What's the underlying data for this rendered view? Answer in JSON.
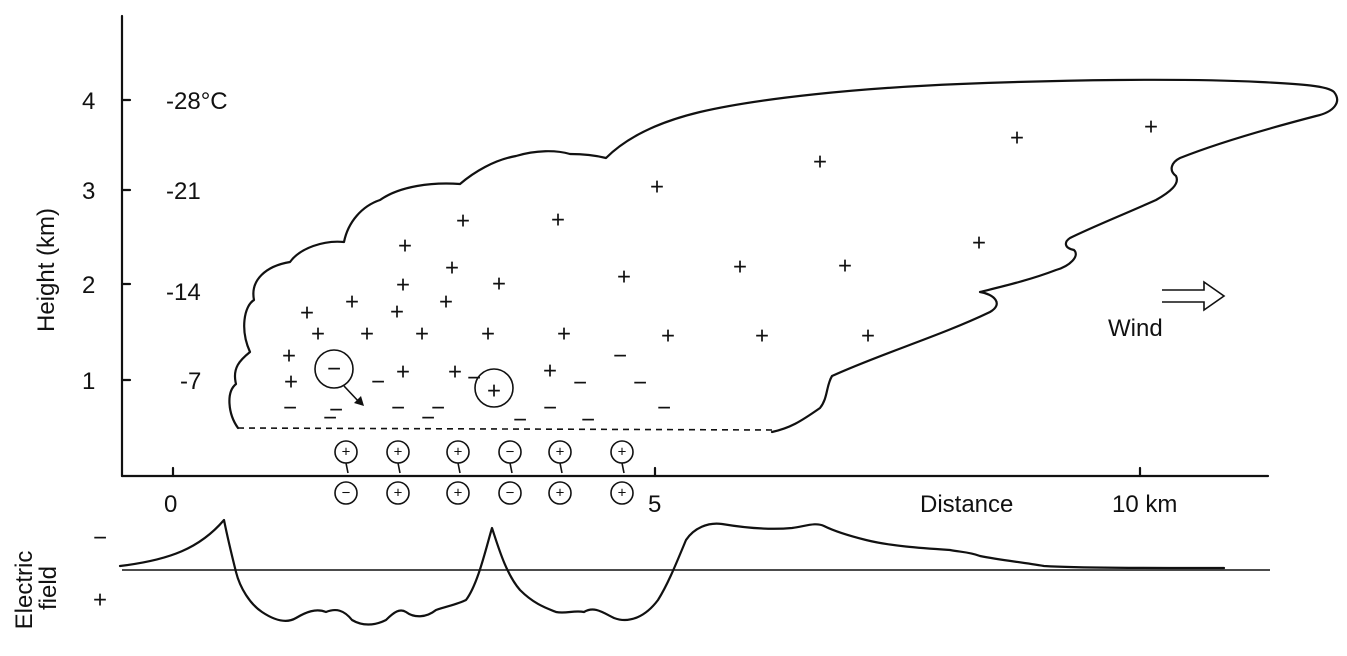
{
  "axes": {
    "y_title": "Height (km)",
    "y_ticks": [
      "1",
      "2",
      "3",
      "4"
    ],
    "x_ticks": [
      "0",
      "5"
    ],
    "x_title": "Distance",
    "x_end_label": "10 km"
  },
  "temperatures": [
    "-7",
    "-14",
    "-21",
    "-28°C"
  ],
  "wind_label": "Wind",
  "field": {
    "title_line1": "Electric",
    "title_line2": "field",
    "negative_sign": "−",
    "positive_sign": "+"
  },
  "charges": {
    "positive": "+",
    "negative": "−"
  },
  "colors": {
    "ink": "#111111",
    "background": "#ffffff"
  }
}
